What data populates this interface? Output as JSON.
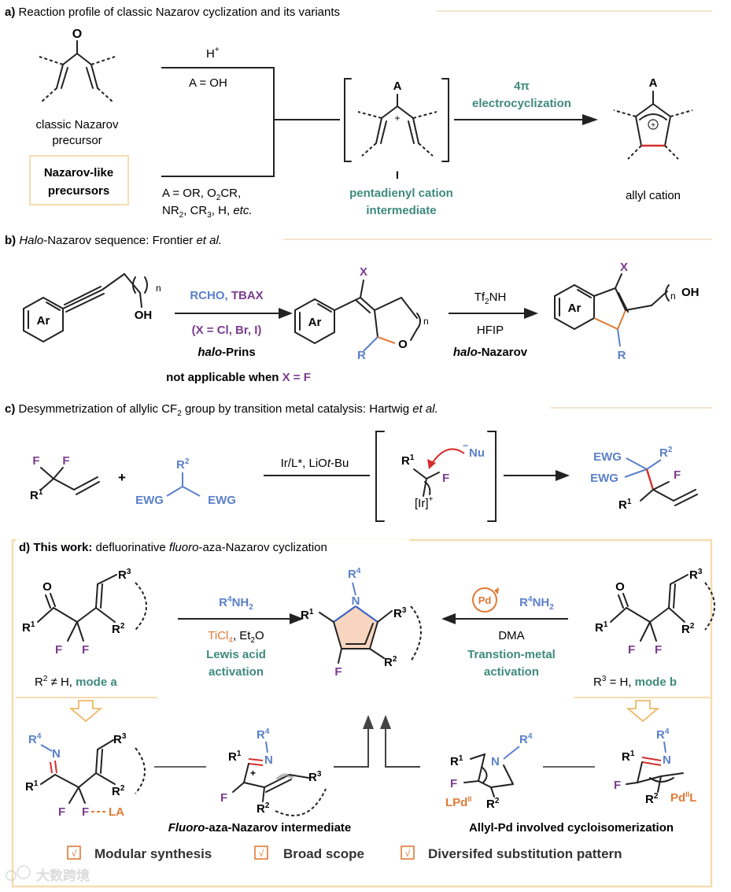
{
  "sections": {
    "a": {
      "label": "a)",
      "title": "Reaction profile of classic Nazarov cyclization and its variants",
      "precursor_label_1": "classic Nazarov",
      "precursor_label_2": "precursor",
      "like_label_1": "Nazarov-like",
      "like_label_2": "precursors",
      "cond_top_1": "H",
      "cond_top_sup": "+",
      "cond_top_2": "A = OH",
      "cond_bot_1": "A = OR, O",
      "cond_bot_1b": "2",
      "cond_bot_1c": "CR,",
      "cond_bot_2": "NR",
      "cond_bot_2b": "2",
      "cond_bot_2c": ", CR",
      "cond_bot_2d": "3",
      "cond_bot_2e": ", H, ",
      "cond_bot_2f": "etc.",
      "intermediate_roman": "I",
      "intermediate_1": "pentadienyl cation",
      "intermediate_2": "intermediate",
      "arrow_label_1": "4π",
      "arrow_label_2": "electrocyclization",
      "product_label": "allyl cation",
      "atom_A": "A",
      "atom_O": "O",
      "plus": "+"
    },
    "b": {
      "label": "b)",
      "title_italic": "Halo",
      "title_rest": "-Nazarov sequence: Frontier ",
      "title_etal": "et al.",
      "ar": "Ar",
      "oh": "OH",
      "n": "n",
      "reagent_1": "RCHO, ",
      "reagent_tbax": "TBAX",
      "reagent_2": "(X = Cl, Br, I)",
      "step1_italic": "halo",
      "step1_rest": "-Prins",
      "note_1": "not applicable when ",
      "note_x": "X = F",
      "x": "X",
      "r": "R",
      "o": "O",
      "tf_1": "Tf",
      "tf_sub": "2",
      "tf_2": "NH",
      "hfip": "HFIP",
      "step2_italic": "halo",
      "step2_rest": "-Nazarov"
    },
    "c": {
      "label": "c)",
      "title_1": "Desymmetrization of allylic CF",
      "title_sub": "2",
      "title_2": " group by transition metal catalysis: Hartwig ",
      "title_etal": "et al.",
      "f": "F",
      "r1": "R",
      "r1_sup": "1",
      "plus": "+",
      "r2": "R",
      "r2_sup": "2",
      "ewg": "EWG",
      "cond_1": "Ir/L*, LiO",
      "cond_t": "t",
      "cond_2": "-Bu",
      "nu": "Nu",
      "nu_charge": "−",
      "ir": "[Ir]",
      "ir_charge": "+"
    },
    "d": {
      "label": "d)",
      "title_bold": "This work:",
      "title_1": "  defluorinative ",
      "title_italic": "fluoro",
      "title_2": "-aza-Nazarov cyclization",
      "left_reagent_1": "R",
      "left_reagent_sup": "4",
      "left_reagent_2": "NH",
      "left_reagent_sub": "2",
      "left_cond_1": "TiCl",
      "left_cond_sub1": "4",
      "left_cond_2": ", Et",
      "left_cond_sub2": "2",
      "left_cond_3": "O",
      "left_act_1": "Lewis acid",
      "left_act_2": "activation",
      "right_reagent_1": "R",
      "right_reagent_sup": "4",
      "right_reagent_2": "NH",
      "right_reagent_sub": "2",
      "pd": "Pd",
      "right_cond": "DMA",
      "right_act_1": "Transtion-metal",
      "right_act_2": "activation",
      "mode_a_1": "R",
      "mode_a_sup": "2",
      "mode_a_2": " ≠ H, ",
      "mode_a_3": "mode a",
      "mode_b_1": "R",
      "mode_b_sup": "3",
      "mode_b_2": " = H, ",
      "mode_b_3": "mode b",
      "inter_left_italic": "Fluoro",
      "inter_left_rest": "-aza-Nazarov intermediate",
      "inter_right": "Allyl-Pd involved cycloisomerization",
      "la": "LA",
      "n": "N",
      "f": "F",
      "o": "O",
      "r": "R",
      "lpd": "LPd",
      "pdl_1": "Pd",
      "pdl_2": "L",
      "pd_sup": "II",
      "plus": "+",
      "check": "√",
      "legend": [
        "Modular synthesis",
        "Broad scope",
        "Diversifed substitution pattern"
      ]
    }
  },
  "watermark": "大数跨境",
  "colors": {
    "blue": "#5b80c9",
    "purple": "#7b3d8f",
    "teal": "#3f8a7c",
    "orange": "#e07a36",
    "red": "#d62f2f",
    "frame": "#f5dcb0",
    "gray_arrow": "#bfbfbf"
  }
}
